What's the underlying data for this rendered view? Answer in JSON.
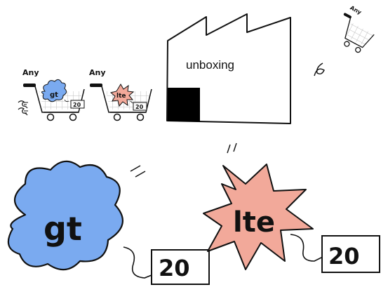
{
  "factory": {
    "label": "unboxing"
  },
  "carts": [
    {
      "handle_label": "Any",
      "blob_label": "gt",
      "tag_value": "20",
      "blob_color": "#7aaaf0"
    },
    {
      "handle_label": "Any",
      "blob_label": "lte",
      "tag_value": "20",
      "blob_color": "#f2a99a"
    }
  ],
  "flying_cart": {
    "handle_label": "Any"
  },
  "big": {
    "cloud": {
      "label": "gt",
      "tag_value": "20",
      "color": "#7aaaf0"
    },
    "star": {
      "label": "lte",
      "tag_value": "20",
      "color": "#f2a99a"
    }
  },
  "colors": {
    "ink": "#111111",
    "grid": "#bdbdbd",
    "black_box": "#000000"
  }
}
